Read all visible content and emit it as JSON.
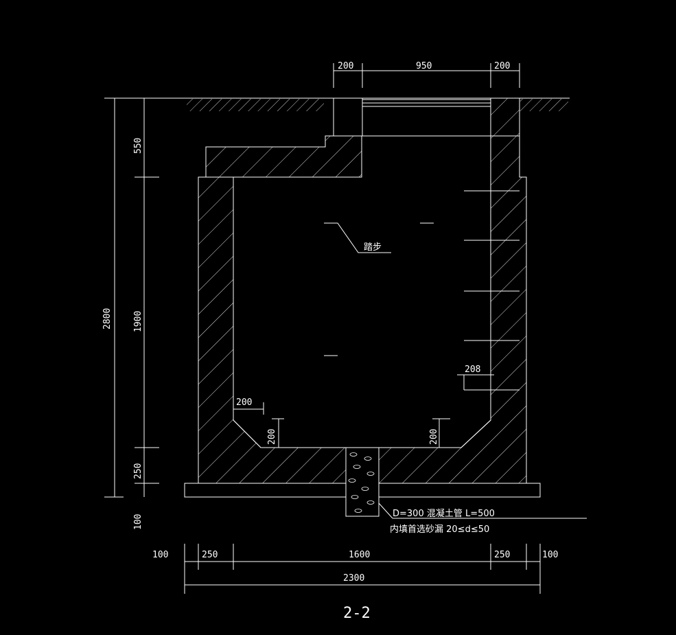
{
  "section_title": "2-2",
  "dimensions": {
    "top_left_wall": "200",
    "top_opening": "950",
    "top_right_wall": "200",
    "total_height": "2800",
    "neck_height": "550",
    "chamber_height": "1900",
    "base_slab": "250",
    "cushion": "100",
    "chamfer_width": "200",
    "chamfer_height_left": "200",
    "chamfer_height_right": "200",
    "step_spacing": "208",
    "bottom_left_cushion": "100",
    "bottom_left_wall": "250",
    "bottom_inner": "1600",
    "bottom_right_wall": "250",
    "bottom_right_cushion": "100",
    "bottom_total": "2300"
  },
  "labels": {
    "ladder": "踏步",
    "pipe_line1": "D=300 混凝土管 L=500",
    "pipe_line2": "内填首选砂漏 20≤d≤50"
  }
}
